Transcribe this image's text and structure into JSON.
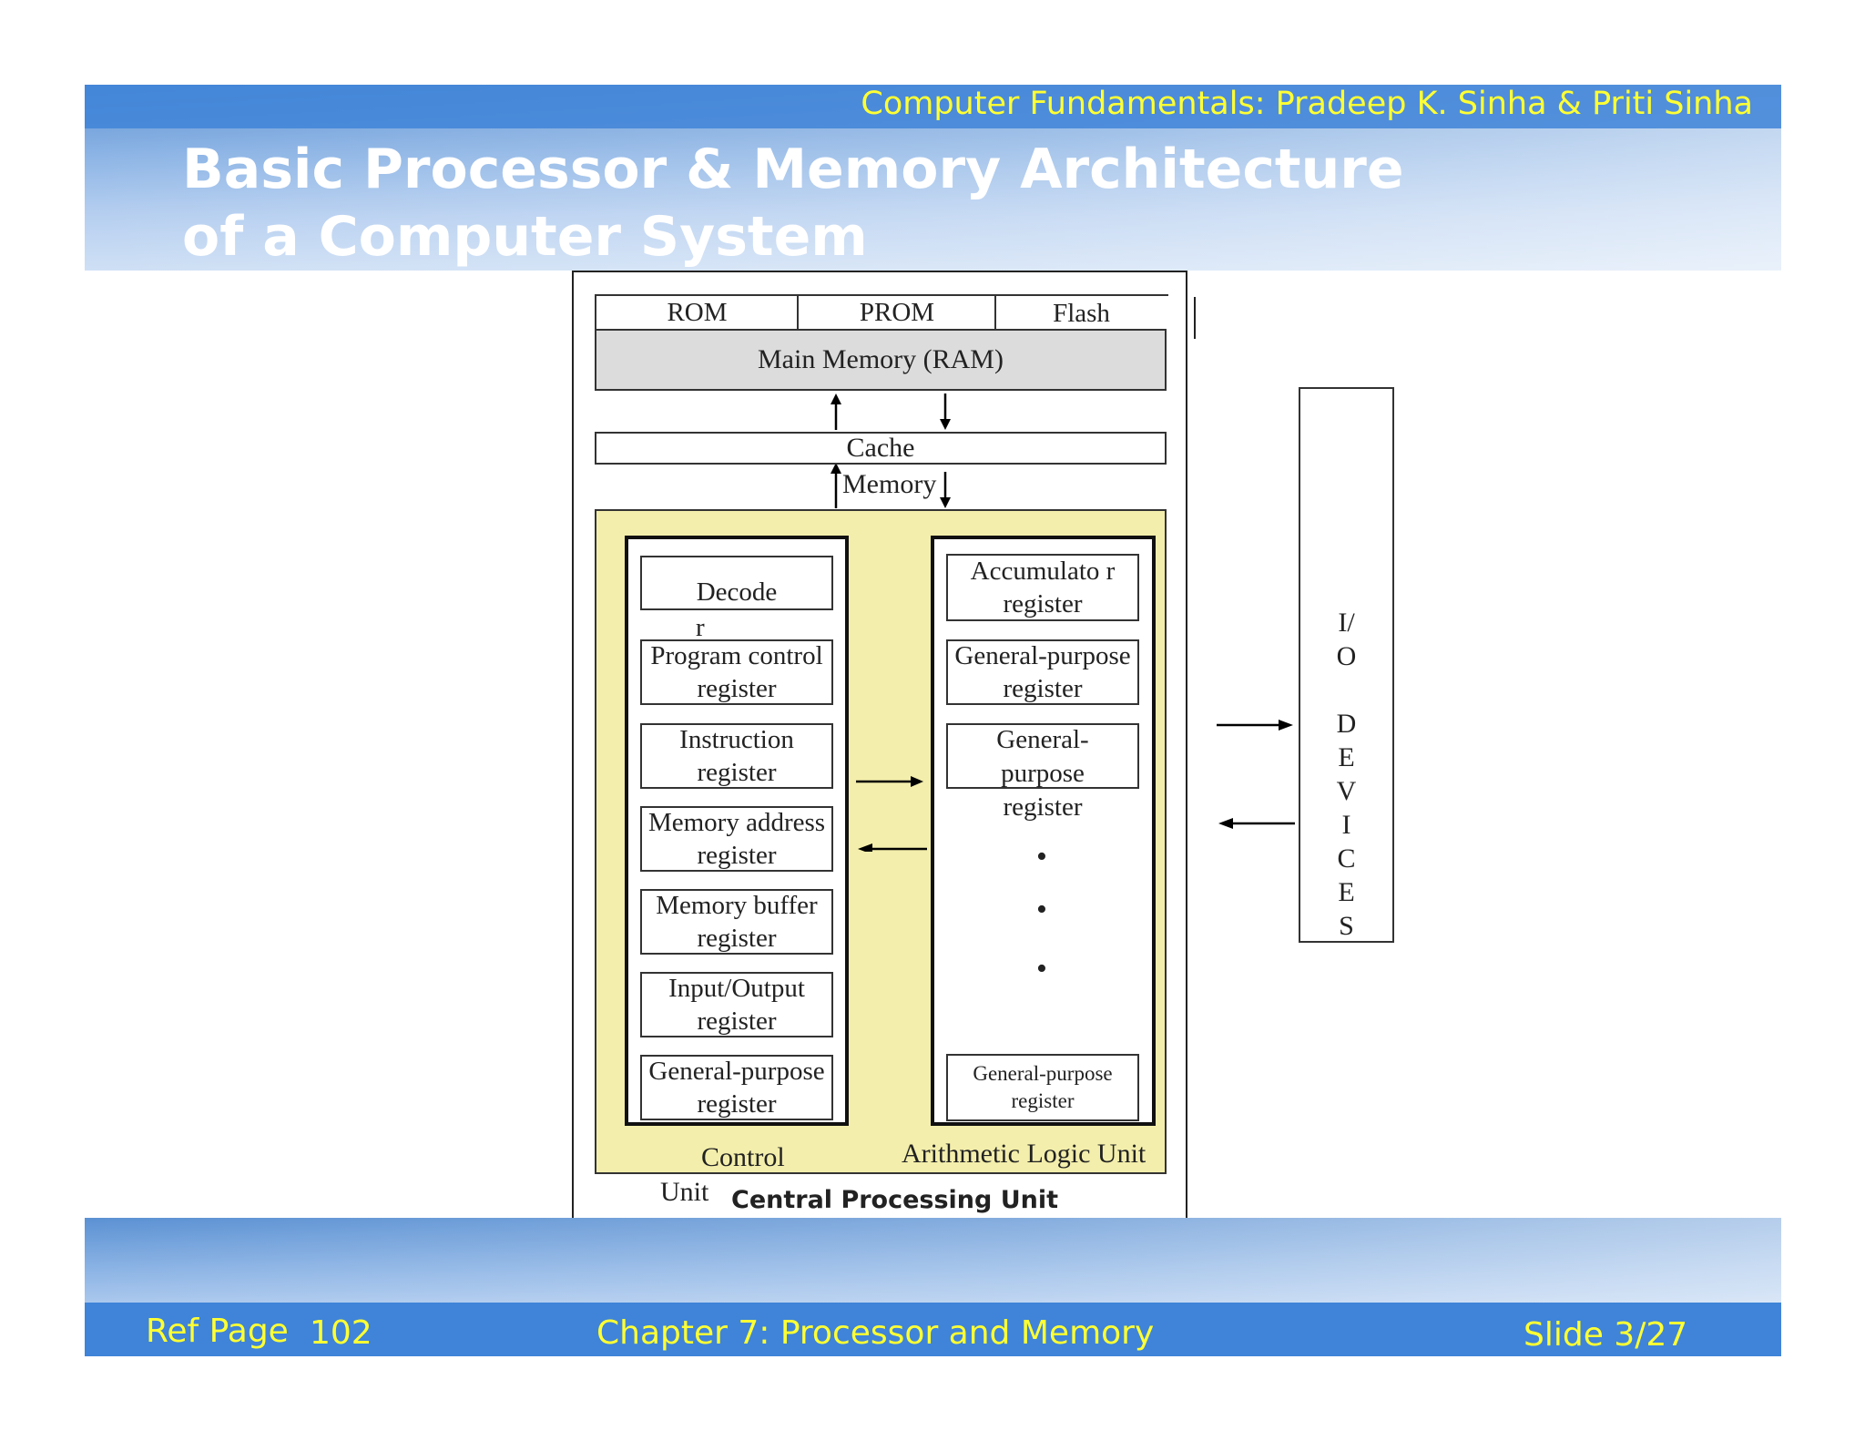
{
  "header": {
    "book": "Computer Fundamentals: Pradeep K. Sinha & Priti Sinha",
    "title_line1": "Basic Processor & Memory Architecture",
    "title_line2": "of a Computer System"
  },
  "diagram": {
    "memory_row": [
      "ROM",
      "PROM",
      "Flash"
    ],
    "main_memory": "Main Memory (RAM)",
    "cache": "Cache",
    "cache_memory": "Memory",
    "control_unit": {
      "registers": [
        "Decode",
        "Program control register",
        "Instruction register",
        "Memory address register",
        "Memory buffer register",
        "Input/Output register",
        "General-purpose register"
      ],
      "decode_overflow": "r",
      "label_line1": "Control",
      "label_line2": "Unit"
    },
    "alu": {
      "registers": [
        "Accumulato r register",
        "General-purpose register",
        "General- purpose register",
        "General-purpose register"
      ],
      "dots": [
        "•",
        "•",
        "•"
      ],
      "label": "Arithmetic Logic Unit"
    },
    "cpu_label": "Central Processing Unit",
    "io_letters": [
      "I/",
      "O",
      "",
      "D",
      "E",
      "V",
      "I",
      "C",
      "E",
      "S"
    ]
  },
  "footer": {
    "ref_label": "Ref Page",
    "ref_page": "102",
    "chapter": "Chapter 7: Processor and Memory",
    "slide": "Slide 3/27"
  },
  "colors": {
    "header_blue": "#3f84d8",
    "accent_yellow": "#ffff33",
    "cpu_fill": "#f3eeab",
    "ram_fill": "#dcdcdc"
  }
}
